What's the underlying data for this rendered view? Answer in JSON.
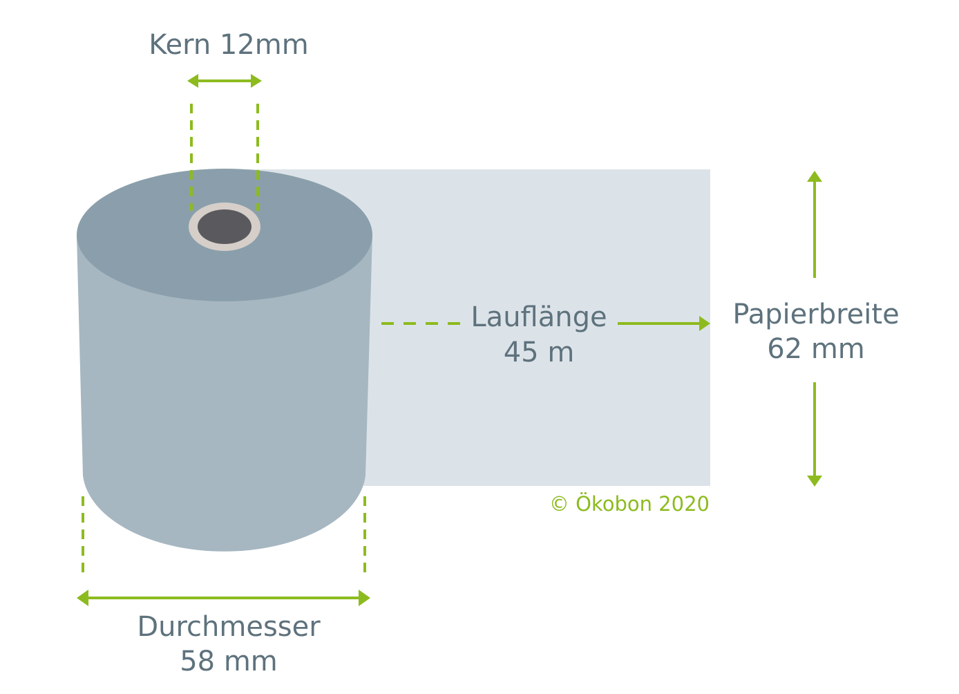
{
  "colors": {
    "accent": "#8dbb1f",
    "label": "#5e727d",
    "roll_top": "#8a9fab",
    "roll_side": "#a6b7c1",
    "paper_sheet": "#dce3e8",
    "core_ring": "#d6cec9",
    "core_hole": "#5a5a5e"
  },
  "labels": {
    "core": "Kern 12mm",
    "run_length_title": "Lauflänge",
    "run_length_value": "45 m",
    "paper_width_title": "Papierbreite",
    "paper_width_value": "62 mm",
    "diameter_title": "Durchmesser",
    "diameter_value": "58 mm",
    "copyright": "© Ökobon 2020"
  }
}
